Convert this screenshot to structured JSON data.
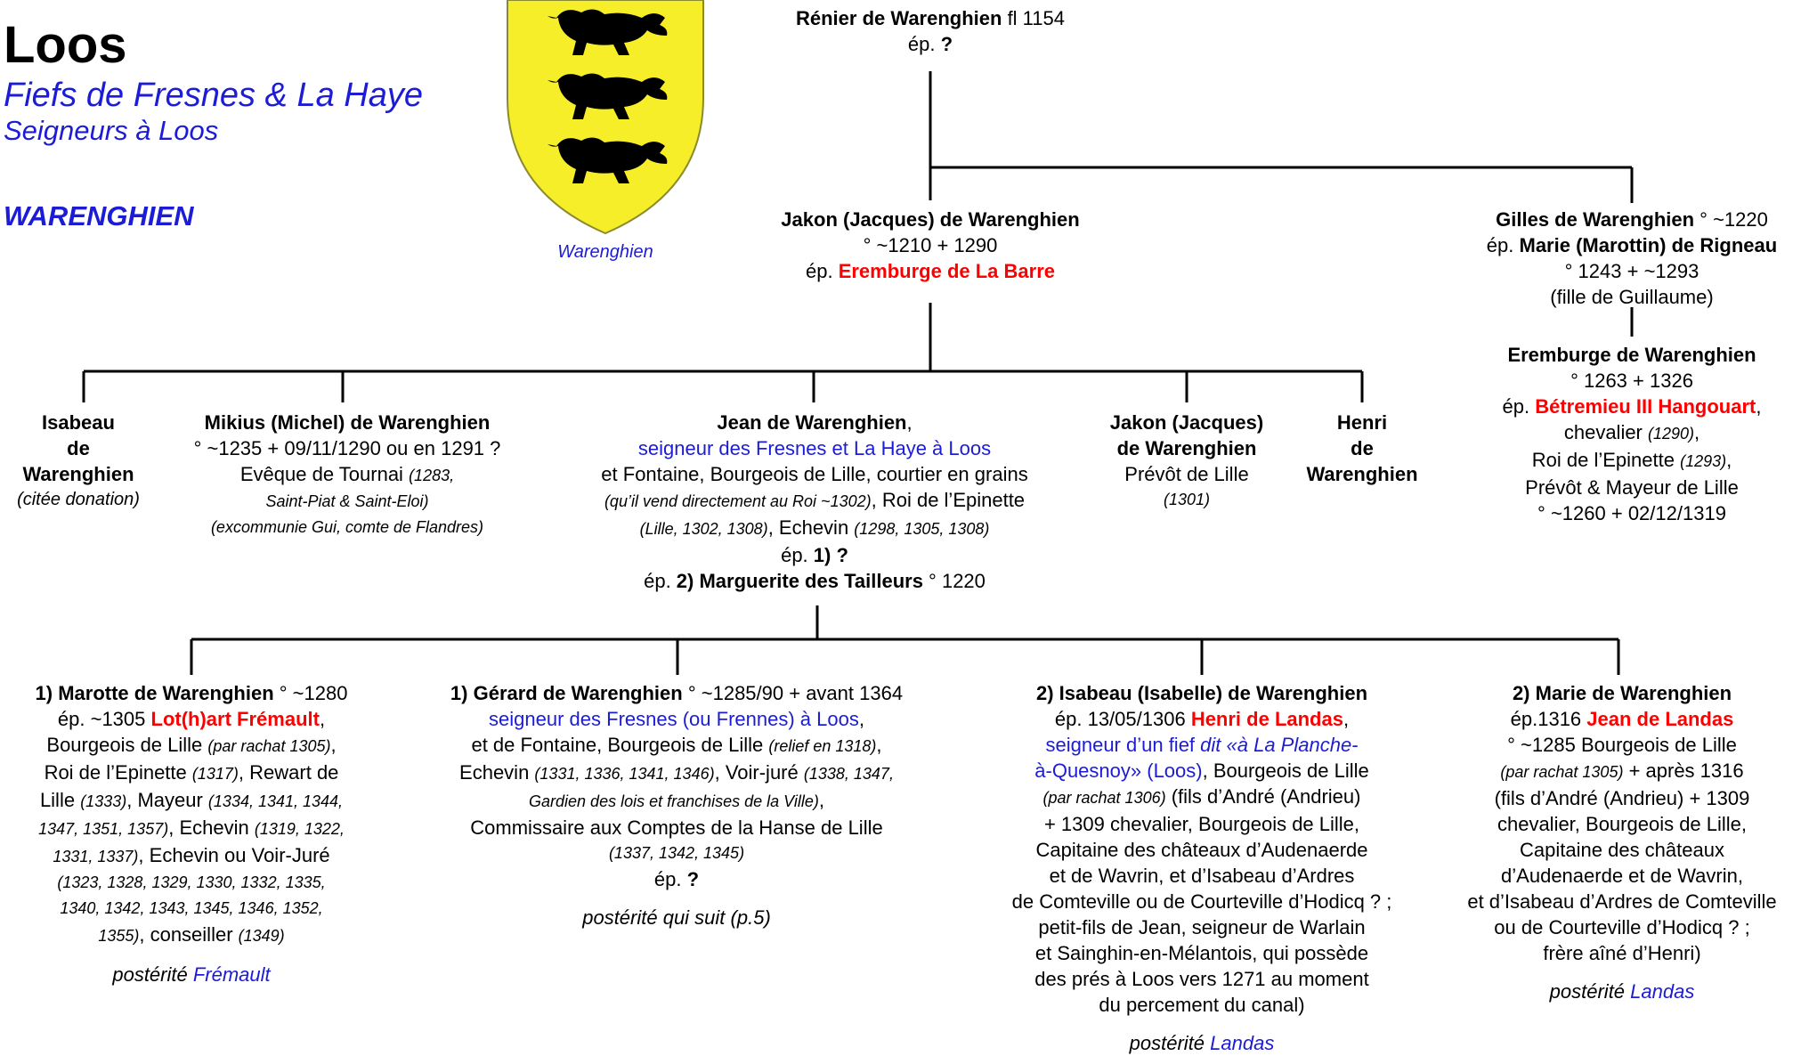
{
  "header": {
    "title": "Loos",
    "subtitle1": "Fiefs de Fresnes & La Haye",
    "subtitle2": "Seigneurs à Loos",
    "family": "WARENGHIEN",
    "arms_caption": "Warenghien"
  },
  "colors": {
    "red": "#ff0000",
    "blue": "#1c1cd6",
    "shield_yellow": "#f7ee2a",
    "lion": "#000000"
  },
  "renier": {
    "name": "Rénier de Warenghien",
    "note": " fl 1154",
    "ep": "ép. ",
    "spouse": "?"
  },
  "jakon": {
    "name": "Jakon (Jacques) de Warenghien",
    "dates": "° ~1210 + 1290",
    "ep": "ép. ",
    "spouse": "Eremburge de La Barre"
  },
  "gilles": {
    "name": "Gilles de Warenghien",
    "birth": " ° ~1220",
    "ep": "ép. ",
    "spouse": "Marie (Marottin) de Rigneau",
    "spouse_dates": "° 1243 + ~1293",
    "spouse_note": "(fille de Guillaume)"
  },
  "eremburge": {
    "name": "Eremburge de Warenghien",
    "dates": "° 1263 + 1326",
    "ep": "ép. ",
    "spouse": "Bétremieu III Hangouart",
    "comma": ",",
    "l1a": "chevalier ",
    "l1b": "(1290)",
    "l1c": ",",
    "l2a": "Roi de l’Epinette ",
    "l2b": "(1293)",
    "l2c": ",",
    "l3": "Prévôt & Mayeur de Lille",
    "l4": "° ~1260 + 02/12/1319"
  },
  "isabeau": {
    "l1": "Isabeau",
    "l2": "de",
    "l3": "Warenghien",
    "note": "(citée donation)"
  },
  "mikius": {
    "name": "Mikius (Michel) de Warenghien",
    "dates": "° ~1235 + 09/11/1290 ou en 1291 ?",
    "l1a": "Evêque de Tournai ",
    "l1b": "(1283,",
    "l2": "Saint-Piat & Saint-Eloi)",
    "l3": "(excommunie Gui, comte de Flandres)"
  },
  "jean": {
    "name": "Jean de Warenghien",
    "comma": ",",
    "seigneur": "seigneur des Fresnes et La Haye à Loos",
    "l1": "et Fontaine, Bourgeois de Lille, courtier en grains",
    "l2a": "(qu’il vend directement au Roi ~1302)",
    "l2b": ", Roi de l’Epinette",
    "l3a": "(Lille, 1302, 1308)",
    "l3b": ", Echevin ",
    "l3c": "(1298, 1305, 1308)",
    "ep1a": "ép. ",
    "ep1b": "1) ?",
    "ep2a": "ép. ",
    "ep2b": "2) Marguerite des Tailleurs",
    "ep2c": " ° 1220"
  },
  "jakon2": {
    "l1": "Jakon (Jacques)",
    "l2": "de Warenghien",
    "l3": "Prévôt de Lille",
    "l4": "(1301)"
  },
  "henri": {
    "l1": "Henri",
    "l2": "de",
    "l3": "Warenghien"
  },
  "marotte": {
    "name": "1) Marotte de Warenghien",
    "birth": " ° ~1280",
    "ep": "ép. ~1305 ",
    "spouse": "Lot(h)art Frémault",
    "comma": ",",
    "l1a": "Bourgeois de Lille ",
    "l1b": "(par rachat 1305)",
    "l1c": ",",
    "l2a": "Roi de l’Epinette ",
    "l2b": "(1317)",
    "l2c": ", Rewart de",
    "l3a": "Lille ",
    "l3b": "(1333)",
    "l3c": ", Mayeur ",
    "l3d": "(1334, 1341, 1344,",
    "l4a": "1347, 1351, 1357)",
    "l4b": ", Echevin ",
    "l4c": "(1319, 1322,",
    "l5a": "1331, 1337)",
    "l5b": ", Echevin ou Voir-Juré",
    "l6": "(1323, 1328, 1329, 1330, 1332, 1335,",
    "l7": "1340, 1342, 1343, 1345, 1346, 1352,",
    "l8a": "1355)",
    "l8b": ", conseiller ",
    "l8c": "(1349)",
    "post": "postérité ",
    "post_link": "Frémault"
  },
  "gerard": {
    "name": "1) Gérard de Warenghien",
    "dates": " ° ~1285/90 + avant 1364",
    "seigneur": "seigneur des Fresnes (ou Frennes) à Loos",
    "comma": ",",
    "l1a": "et de Fontaine, Bourgeois de Lille ",
    "l1b": "(relief en 1318)",
    "l1c": ",",
    "l2a": "Echevin ",
    "l2b": "(1331, 1336, 1341, 1346)",
    "l2c": ", Voir-juré ",
    "l2d": "(1338, 1347,",
    "l3a": "Gardien des lois et franchises de la Ville)",
    "l3b": ",",
    "l4": "Commissaire aux Comptes de la Hanse de Lille",
    "l5": "(1337, 1342, 1345)",
    "ep": "ép. ",
    "spouse": "?",
    "post": "postérité qui suit (p.5)"
  },
  "isabeau2": {
    "name": "2) Isabeau (Isabelle) de Warenghien",
    "ep": "ép. 13/05/1306 ",
    "spouse": "Henri de Landas",
    "comma": ",",
    "s1a": "seigneur d’un fief ",
    "s1b": "dit «à La Planche-",
    "s2": "à-Quesnoy»",
    "s2b": " (Loos)",
    "s2c": ", Bourgeois de Lille",
    "l1a": "(par rachat 1306)",
    "l1b": " (fils d’André (Andrieu)",
    "l2": "+ 1309 chevalier, Bourgeois de Lille,",
    "l3": "Capitaine des châteaux d’Audenaerde",
    "l4": "et de Wavrin, et d’Isabeau d’Ardres",
    "l5": "de Comteville ou de Courteville d’Hodicq ? ;",
    "l6": "petit-fils de Jean, seigneur de Warlain",
    "l7": "et Sainghin-en-Mélantois, qui possède",
    "l8": "des prés à Loos vers 1271 au moment",
    "l9": "du percement du canal)",
    "post": "postérité ",
    "post_link": "Landas"
  },
  "marie": {
    "name": "2) Marie de Warenghien",
    "ep": "ép.1316 ",
    "spouse": "Jean de Landas",
    "l1": "° ~1285 Bourgeois de Lille",
    "l2a": "(par rachat 1305)",
    "l2b": " + après 1316",
    "l3": "(fils d’André (Andrieu) + 1309",
    "l4": "chevalier, Bourgeois de Lille,",
    "l5": "Capitaine des châteaux",
    "l6": "d’Audenaerde et de Wavrin,",
    "l7": "et d’Isabeau d’Ardres de Comteville",
    "l8": "ou de Courteville d’Hodicq ? ;",
    "l9": "frère aîné d’Henri)",
    "post": "postérité ",
    "post_link": "Landas"
  }
}
